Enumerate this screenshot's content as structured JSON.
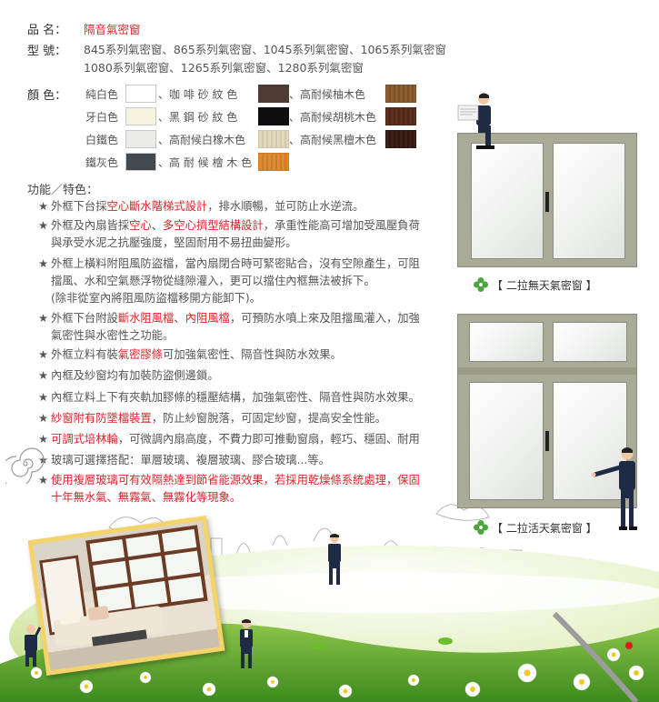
{
  "product": {
    "label": "品 名：",
    "value": "隔音氣密窗"
  },
  "model": {
    "label": "型 號：",
    "line1": "845系列氣密窗、865系列氣密窗、1045系列氣密窗、1065系列氣密窗",
    "line2": "1080系列氣密窗、1265系列氣密窗、1280系列氣密窗"
  },
  "colors": {
    "label": "顏 色：",
    "items": [
      {
        "name": "純白色",
        "hex": "#ffffff"
      },
      {
        "name": "牙白色",
        "hex": "#f6f3de"
      },
      {
        "name": "白鐵色",
        "hex": "#ebebe8"
      },
      {
        "name": "鐵灰色",
        "hex": "#424a50"
      },
      {
        "name": "、咖 啡 砂 紋 色",
        "hex": "#4e3b33"
      },
      {
        "name": "、黑 鋼 砂 紋 色",
        "hex": "#0e0e0e"
      },
      {
        "name": "、高耐候白橡木色",
        "hex": "#dcd2b7"
      },
      {
        "name": "、高 耐 候 檜 木 色",
        "hex": "#d88732"
      },
      {
        "name": "、高耐候柚木色",
        "hex": "#8a5a2f"
      },
      {
        "name": "、高耐候胡桃木色",
        "hex": "#5b2e1f"
      },
      {
        "name": "、高耐候黑檀木色",
        "hex": "#3a1e15"
      }
    ]
  },
  "features": {
    "heading": "功能／特色：",
    "items": [
      {
        "pre": "外框下台採",
        "hl": "空心斷水階梯式設計",
        "post": "，排水順暢，並可防止水逆流。"
      },
      {
        "pre": "外框及內扇皆採",
        "hl": "空心",
        "mid": "、",
        "hl2": "多空心擠型結構設計",
        "post": "，承重性能高可增加受風壓負荷",
        "line2": "與承受水泥之抗壓強度，堅固耐用不易扭曲變形。"
      },
      {
        "pre": "外框上橫料附阻風防盜檔，當內扇閉合時可緊密貼合，沒有空隙產生，可阻",
        "line2": "擋風、水和空氣懸浮物從縫隙灌入，更可以擋住內框無法被拆下。",
        "line3": "(除非從室內將阻風防盜檔移開方能卸下)。"
      },
      {
        "pre": "外框下台附設",
        "hl": "斷水阻風檔",
        "mid": "、",
        "hl2": "內阻風檔",
        "post": "，可預防水噴上來及阻擋風灌入，加強",
        "line2": "氣密性與水密性之功能。"
      },
      {
        "pre": "外框立料有裝",
        "hl": "氣密膠條",
        "post": "可加強氣密性、隔音性與防水效果。"
      },
      {
        "pre": "內框及紗窗均有加裝防盜側邊鎖。"
      },
      {
        "pre": "內框立料上下有夾軌加膠條的穩壓結構，加強氣密性、隔音性與防水效果。"
      },
      {
        "hl": "紗窗附有防墜檔裝置",
        "post": "，防止紗窗脫落，可固定紗窗，提高安全性能。"
      },
      {
        "hl": "可調式培林輪",
        "post": "，可微調內扇高度，不費力即可推動窗扇，輕巧、穩固、耐用"
      },
      {
        "pre": "玻璃可選擇搭配：單層玻璃、複層玻璃、膠合玻璃...等。"
      },
      {
        "hl": "使用複層玻璃可有效隔熱達到節省能源效果，若採用乾燥條系統處理，保固",
        "line2hl": "十年無水氣、無霧氣、無霧化等現象。"
      }
    ]
  },
  "captions": {
    "window1": "【 二拉無天氣密窗 】",
    "window2": "【 二拉活天氣密窗 】"
  },
  "palette": {
    "frame": "#a9aa98",
    "highlight": "#d8262c",
    "grass": "#5fa52b",
    "sky": "#e8f3d6"
  }
}
